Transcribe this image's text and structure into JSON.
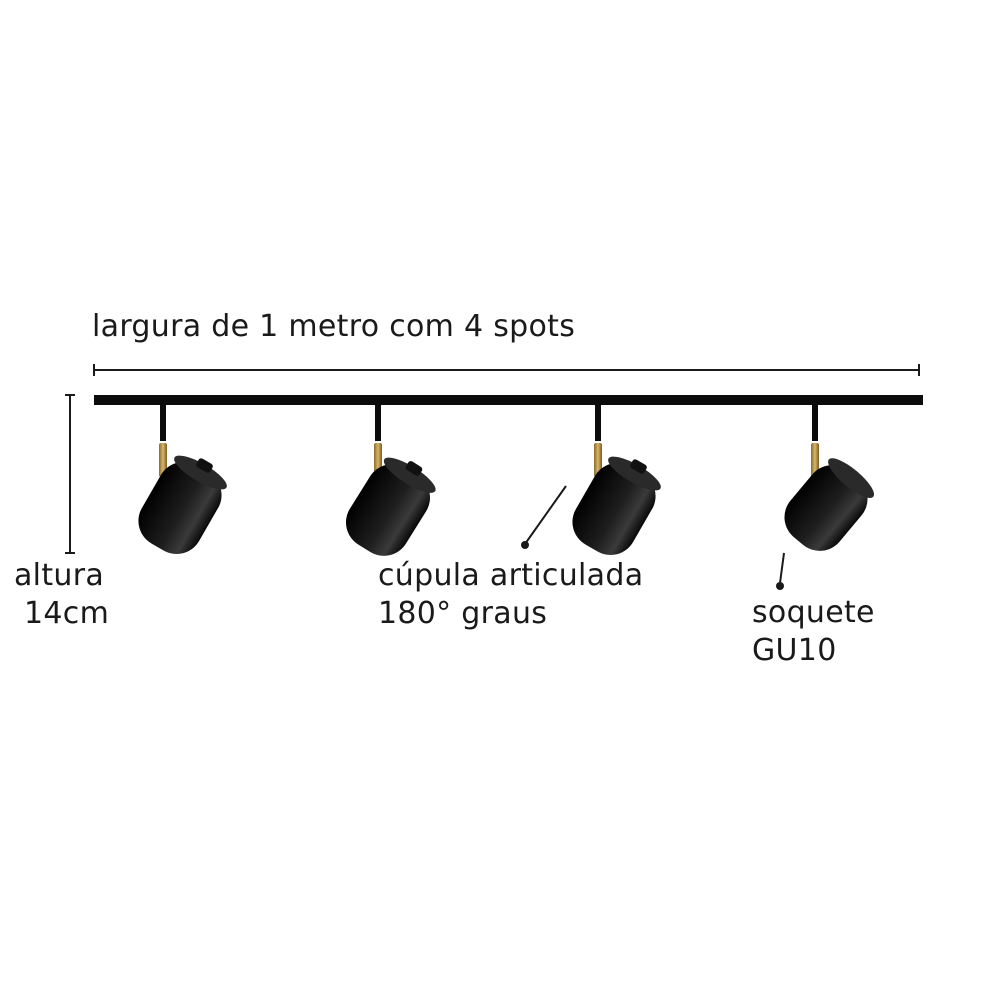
{
  "labels": {
    "width": "largura de 1 metro com 4 spots",
    "height_line1": "altura",
    "height_line2": "14cm",
    "cupula_line1": "cúpula articulada",
    "cupula_line2": "180° graus",
    "soquete_line1": "soquete",
    "soquete_line2": "GU10"
  },
  "colors": {
    "ink": "#1a1a1a",
    "lamp_body": "#0b0b0b",
    "brass": "#b89550",
    "background": "#ffffff"
  },
  "spot_count": 4
}
